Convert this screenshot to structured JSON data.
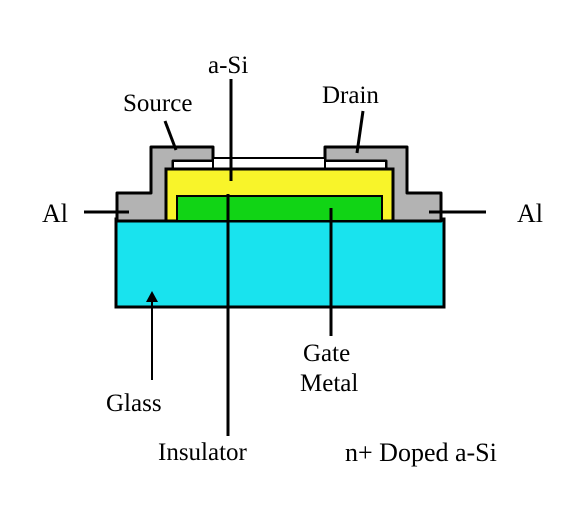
{
  "labels": {
    "a_si": "a-Si",
    "source": "Source",
    "drain": "Drain",
    "al_left": "Al",
    "al_right": "Al",
    "gate_metal_line1": "Gate",
    "gate_metal_line2": "Metal",
    "glass": "Glass",
    "insulator": "Insulator",
    "n_plus_doped": "n+ Doped a-Si"
  },
  "colors": {
    "glass": "#19e3ee",
    "gate_metal": "#11d415",
    "insulator": "#f8f42a",
    "contact_gray": "#b3b3b3",
    "outline": "#000000"
  }
}
